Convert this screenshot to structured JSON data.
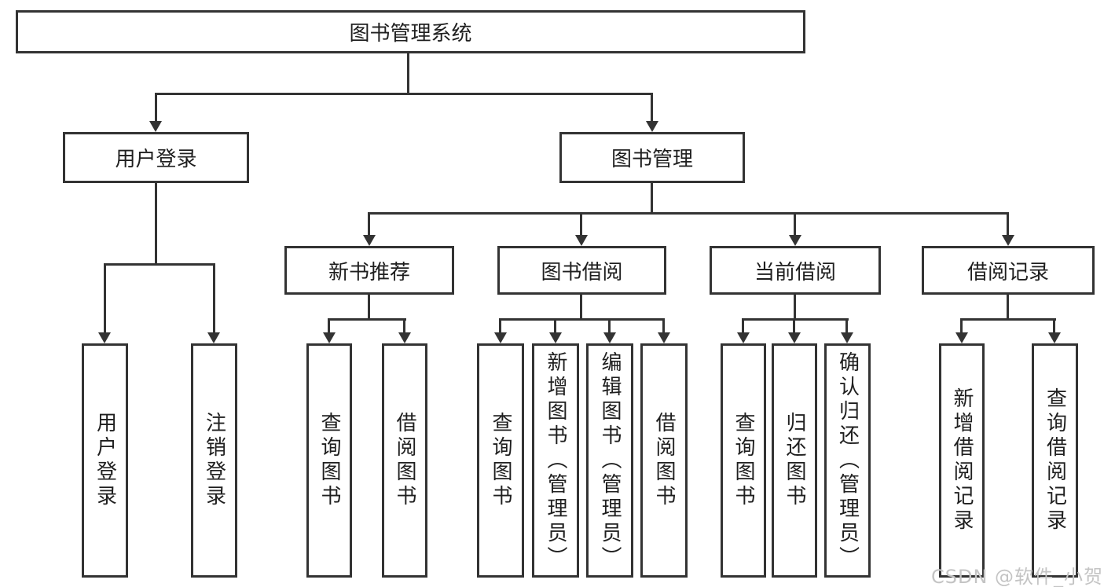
{
  "diagram": {
    "root": "图书管理系统",
    "level2": {
      "user_login": "用户登录",
      "book_mgmt": "图书管理"
    },
    "level3": {
      "new_books": "新书推荐",
      "book_borrow": "图书借阅",
      "current_borrow": "当前借阅",
      "borrow_records": "借阅记录"
    },
    "leaves": {
      "user_login": [
        "用户登录",
        "注销登录"
      ],
      "new_books": [
        "查询图书",
        "借阅图书"
      ],
      "book_borrow": [
        "查询图书",
        "新增图书（管理员）",
        "编辑图书（管理员）",
        "借阅图书"
      ],
      "current_borrow": [
        "查询图书",
        "归还图书",
        "确认归还（管理员）"
      ],
      "borrow_records": [
        "新增借阅记录",
        "查询借阅记录"
      ]
    },
    "watermark": "CSDN @软件_小贺同学",
    "colors": {
      "line": "#333333",
      "text": "#1f1f1f",
      "watermark": "#c4c4c4",
      "background": "#ffffff"
    }
  }
}
